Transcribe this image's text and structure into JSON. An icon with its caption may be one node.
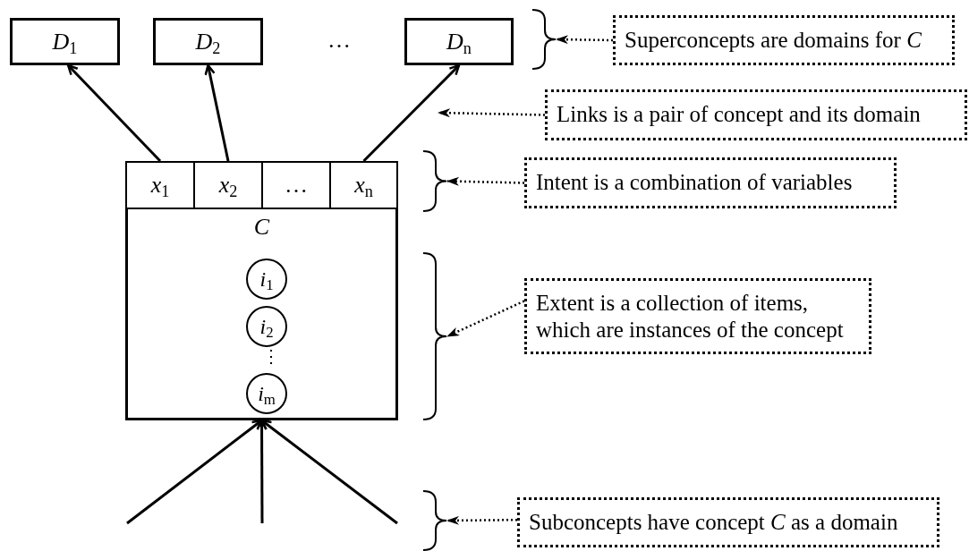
{
  "diagram": {
    "nodes": [
      {
        "text": [
          "*D*$_{1}$"
        ]
      },
      {
        "text": [
          "*D*$_{2}$"
        ]
      },
      {
        "text": [
          "*D*$_{n}$"
        ]
      },
      {
        "text": [
          "*C*"
        ]
      },
      {
        "text": [
          "*x*$_{1}$"
        ],
        "in": 3
      },
      {
        "text": [
          "*x*$_{2}$"
        ],
        "in": 3
      },
      {
        "text": [
          "…"
        ],
        "in": 3
      },
      {
        "text": [
          "*x*$_{n}$"
        ],
        "in": 3
      },
      {
        "text": [
          "*i*$_{1}$"
        ],
        "in": 3
      },
      {
        "text": [
          "*i*$_{2}$"
        ],
        "in": 3
      },
      {
        "text": [
          "*i*$_{m}$"
        ],
        "in": 3
      },
      {
        "text": [
          "Superconcepts are domains for *C*"
        ]
      },
      {
        "text": [
          "Links is a pair of concept and its domain"
        ]
      },
      {
        "text": [
          "Intent is a combination of variables"
        ]
      },
      {
        "text": [
          "Extent is a collection of items, which are instances of the concept"
        ]
      },
      {
        "text": [
          "Subconcepts have concept *C* as a domain"
        ]
      },
      {
        "text": [],
        "shape": "bracket"
      },
      {
        "text": [],
        "shape": "bracket"
      },
      {
        "text": [],
        "shape": "bracket"
      },
      {
        "text": [],
        "shape": "bracket"
      }
    ],
    "edges": [
      {
        "from": 4,
        "to": 0,
        "arrow": "to"
      },
      {
        "from": 5,
        "to": 1,
        "arrow": "to"
      },
      {
        "from": 7,
        "to": 2,
        "arrow": "to"
      },
      {
        "from": null,
        "to": 3,
        "arrow": "to"
      },
      {
        "from": null,
        "to": 3,
        "arrow": "to"
      },
      {
        "from": null,
        "to": 3,
        "arrow": "to"
      },
      {
        "from": 11,
        "to": 16,
        "arrow": "to",
        "style": "dashed"
      },
      {
        "from": 12,
        "to": null,
        "arrow": "to",
        "style": "dashed"
      },
      {
        "from": 13,
        "to": 17,
        "arrow": "to",
        "style": "dashed"
      },
      {
        "from": 14,
        "to": 18,
        "arrow": "to",
        "style": "dashed"
      },
      {
        "from": 15,
        "to": 19,
        "arrow": "to",
        "style": "dashed"
      }
    ],
    "labels": [
      "…",
      "⋮"
    ]
  }
}
